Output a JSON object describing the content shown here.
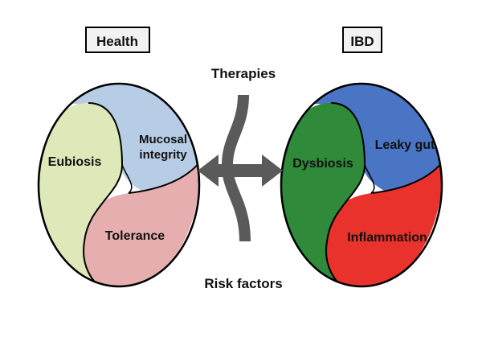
{
  "health": {
    "title": "Health",
    "segments": {
      "top": {
        "label_line1": "Mucosal",
        "label_line2": "integrity",
        "color": "#b7cde6"
      },
      "left": {
        "label": "Eubiosis",
        "color": "#dfe8b8"
      },
      "bottom": {
        "label": "Tolerance",
        "color": "#e6aeae"
      }
    }
  },
  "ibd": {
    "title": "IBD",
    "segments": {
      "top": {
        "label": "Leaky gut",
        "color": "#4a74c4"
      },
      "left": {
        "label": "Dysbiosis",
        "color": "#2f8a3a"
      },
      "bottom": {
        "label": "Inflammation",
        "color": "#e8322b"
      }
    }
  },
  "center": {
    "top_label": "Therapies",
    "bottom_label": "Risk factors",
    "symbol_color": "#5a5a5a"
  }
}
